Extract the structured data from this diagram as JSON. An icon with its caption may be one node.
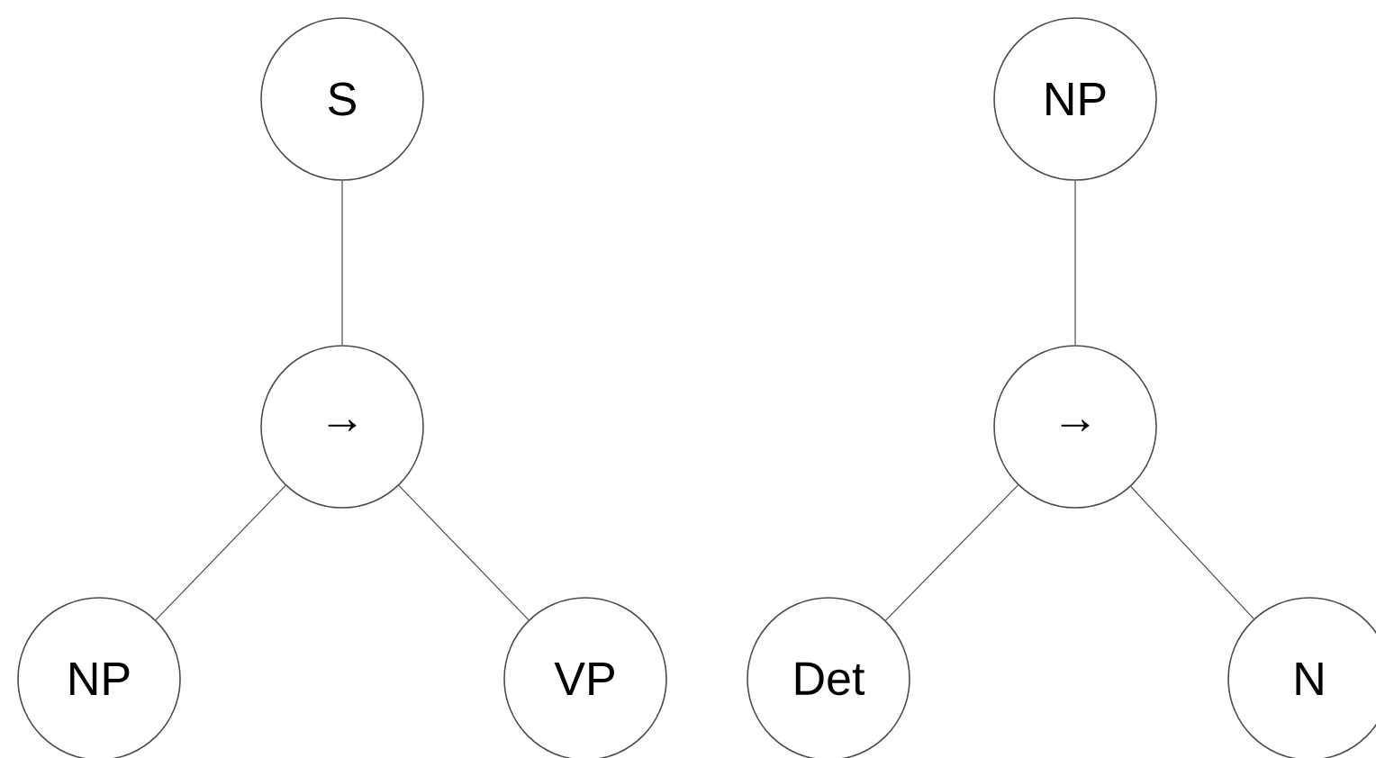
{
  "diagram": {
    "nodes": [
      {
        "text": [
          "S"
        ]
      },
      {
        "text": [
          "→"
        ]
      },
      {
        "text": [
          "NP"
        ]
      },
      {
        "text": [
          "VP"
        ]
      },
      {
        "text": [
          "NP"
        ]
      },
      {
        "text": [
          "→"
        ]
      },
      {
        "text": [
          "Det"
        ]
      },
      {
        "text": [
          "N"
        ]
      }
    ],
    "edges": [
      {
        "from": 0,
        "to": 1,
        "arrow": "none"
      },
      {
        "from": 1,
        "to": 2,
        "arrow": "none"
      },
      {
        "from": 1,
        "to": 3,
        "arrow": "none"
      },
      {
        "from": 4,
        "to": 5,
        "arrow": "none"
      },
      {
        "from": 5,
        "to": 6,
        "arrow": "none"
      },
      {
        "from": 5,
        "to": 7,
        "arrow": "none"
      }
    ]
  }
}
